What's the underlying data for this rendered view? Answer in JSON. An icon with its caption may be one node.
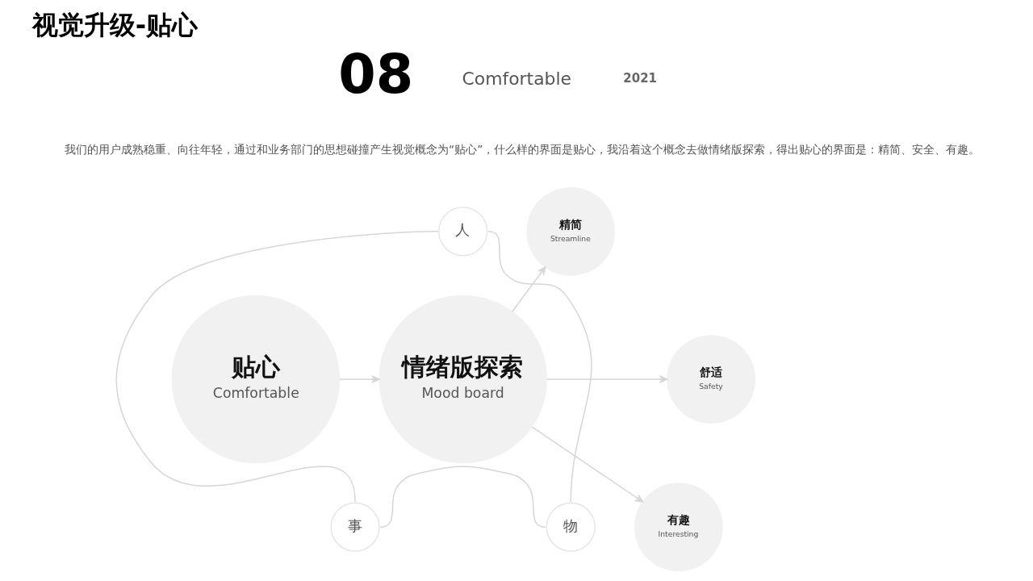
{
  "diagram": {
    "title": "视觉升级-贴心",
    "nodes": [
      {
        "text": [
          "贴心",
          "Comfortable"
        ]
      },
      {
        "text": [
          "情绪版探索",
          "Mood board"
        ]
      },
      {
        "text": [
          "人"
        ]
      },
      {
        "text": [
          "事"
        ]
      },
      {
        "text": [
          "物"
        ]
      },
      {
        "text": [
          "精简",
          "Streamline"
        ]
      },
      {
        "text": [
          "舒适",
          "Safety"
        ]
      },
      {
        "text": [
          "有趣",
          "Interesting"
        ]
      }
    ],
    "edges": [
      {
        "from": 0,
        "to": 1,
        "arrow": "to"
      },
      {
        "from": 1,
        "to": 5,
        "arrow": "to"
      },
      {
        "from": 1,
        "to": 6,
        "arrow": "to"
      },
      {
        "from": 1,
        "to": 7,
        "arrow": "to"
      },
      {
        "from": 2,
        "to": 3,
        "arrow": "none"
      },
      {
        "from": 2,
        "to": 4,
        "arrow": "none"
      },
      {
        "from": 3,
        "to": 4,
        "arrow": "none"
      }
    ],
    "labels": [
      "08",
      "Comfortable",
      "2021",
      "我们的用户成熟稳重、向往年轻，通过和业务部门的思想碰撞产生视觉概念为“贴心”，什么样的界面是贴心，我沿着这个概念去做情绪版探索，得出贴心的界面是：精简、安全、有趣。"
    ]
  }
}
